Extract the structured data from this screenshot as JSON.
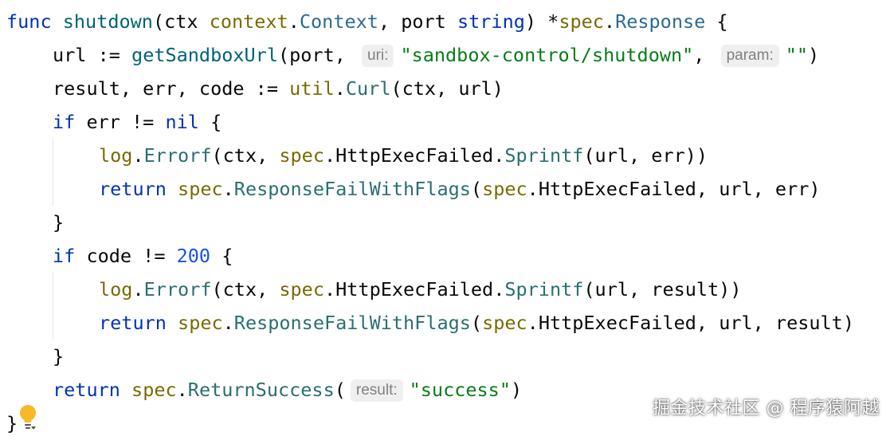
{
  "colors": {
    "keyword": "#0033b3",
    "function": "#00627a",
    "package": "#7a6a00",
    "type": "#2b6b8f",
    "method": "#2a6f6f",
    "string": "#067d17",
    "number": "#1750eb",
    "hint_background": "#efefef",
    "hint_text": "#808080"
  },
  "code": {
    "line1": {
      "kw_func": "func",
      "fn_name": "shutdown",
      "p1": "(ctx ",
      "pkg_context": "context",
      "dot1": ".",
      "typ_context": "Context",
      "p2": ", port ",
      "kw_string": "string",
      "p3": ") *",
      "pkg_spec": "spec",
      "dot2": ".",
      "typ_response": "Response",
      "p4": " {"
    },
    "line2": {
      "p1": "url := ",
      "fn": "getSandboxUrl",
      "p2": "(port, ",
      "hint_uri": "uri:",
      "str_path": "\"sandbox-control/shutdown\"",
      "p3": ", ",
      "hint_param": "param:",
      "str_empty": "\"\"",
      "p4": ")"
    },
    "line3": {
      "p1": "result, err, code := ",
      "pkg_util": "util",
      "dot": ".",
      "mth_curl": "Curl",
      "p2": "(ctx, url)"
    },
    "line4": {
      "kw_if": "if",
      "p1": " err != ",
      "kw_nil": "nil",
      "p2": " {"
    },
    "line5": {
      "pkg_log": "log",
      "dot1": ".",
      "mth_errorf": "Errorf",
      "p1": "(ctx, ",
      "pkg_spec": "spec",
      "p2": ".HttpExecFailed.",
      "mth_sprintf": "Sprintf",
      "p3": "(url, err))"
    },
    "line6": {
      "kw_return": "return",
      "p0": " ",
      "pkg_spec": "spec",
      "dot": ".",
      "mth": "ResponseFailWithFlags",
      "p1": "(",
      "pkg_spec2": "spec",
      "p2": ".HttpExecFailed, url, err)"
    },
    "line7": {
      "p1": "}"
    },
    "line8": {
      "kw_if": "if",
      "p1": " code != ",
      "num": "200",
      "p2": " {"
    },
    "line9": {
      "pkg_log": "log",
      "dot1": ".",
      "mth_errorf": "Errorf",
      "p1": "(ctx, ",
      "pkg_spec": "spec",
      "p2": ".HttpExecFailed.",
      "mth_sprintf": "Sprintf",
      "p3": "(url, result))"
    },
    "line10": {
      "kw_return": "return",
      "p0": " ",
      "pkg_spec": "spec",
      "dot": ".",
      "mth": "ResponseFailWithFlags",
      "p1": "(",
      "pkg_spec2": "spec",
      "p2": ".HttpExecFailed, url, result)"
    },
    "line11": {
      "p1": "}"
    },
    "line12": {
      "kw_return": "return",
      "p0": " ",
      "pkg_spec": "spec",
      "dot": ".",
      "mth": "ReturnSuccess",
      "p1": "(",
      "hint_result": "result:",
      "str_success": "\"success\"",
      "p2": ")"
    },
    "line13": {
      "p1": "}"
    }
  },
  "gutter": {
    "icon": "lightbulb-icon"
  },
  "watermark": {
    "text": "掘金技术社区 @ 程序猿阿越"
  }
}
